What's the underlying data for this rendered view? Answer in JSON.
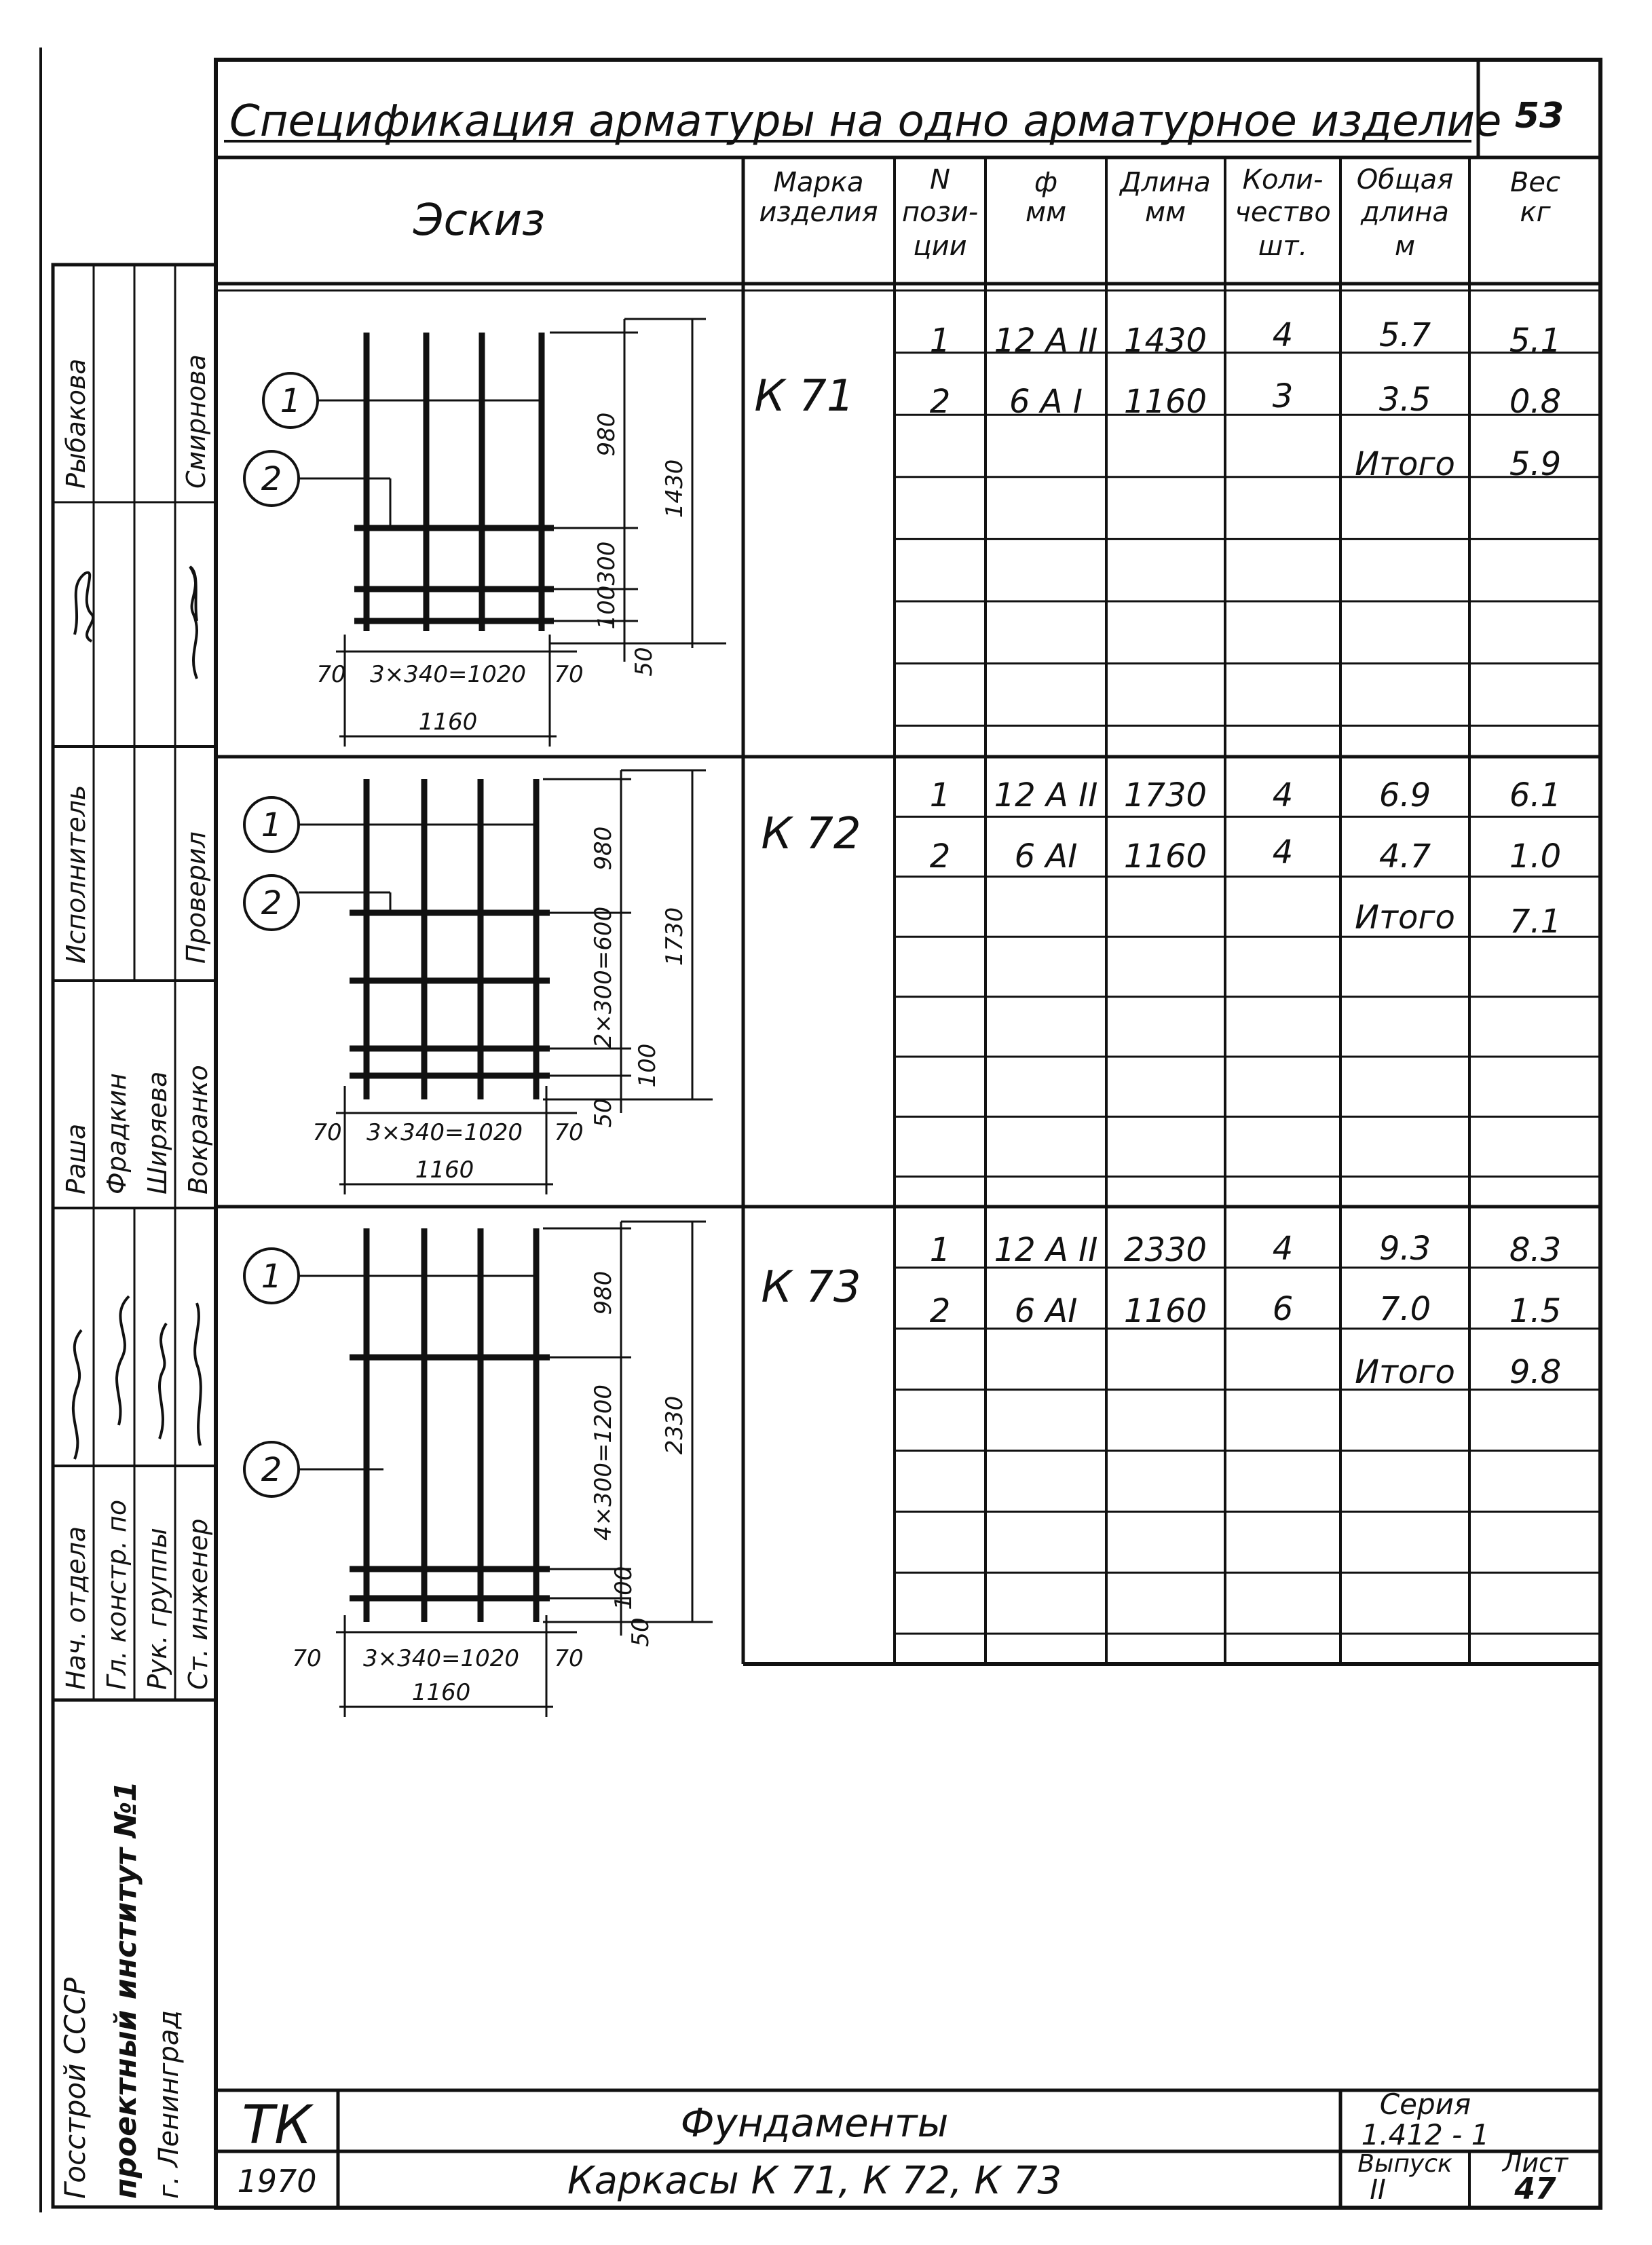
{
  "spec_title": "Спецификация арматуры на одно арматурное изделие",
  "sheet_corner_number": "53",
  "columns": {
    "sketch": "Эскиз",
    "mark": [
      "Марка",
      "изделия"
    ],
    "position": [
      "N",
      "пози-",
      "ции"
    ],
    "diameter": [
      "ф",
      "мм"
    ],
    "length": [
      "Длина",
      "мм"
    ],
    "quantity": [
      "Коли-",
      "чество",
      "шт."
    ],
    "total_length": [
      "Общая",
      "длина",
      "м"
    ],
    "weight": [
      "Вес",
      "кг"
    ]
  },
  "items": [
    {
      "mark": "К 71",
      "rows": [
        {
          "pos": "1",
          "dia": "12 А II",
          "len": "1430",
          "qty": "4",
          "total": "5.7",
          "weight": "5.1"
        },
        {
          "pos": "2",
          "dia": "6 А I",
          "len": "1160",
          "qty": "3",
          "total": "3.5",
          "weight": "0.8"
        }
      ],
      "total_label": "Итого",
      "total_weight": "5.9",
      "sketch": {
        "callout1": "1",
        "callout2": "2",
        "dim_top": "980",
        "dim_mid": "300",
        "dim_low": "100",
        "dim_bot": "50",
        "dim_height": "1430",
        "dim_left": "70",
        "dim_spacing": "3×340=1020",
        "dim_right": "70",
        "dim_width": "1160"
      }
    },
    {
      "mark": "К 72",
      "rows": [
        {
          "pos": "1",
          "dia": "12 А II",
          "len": "1730",
          "qty": "4",
          "total": "6.9",
          "weight": "6.1"
        },
        {
          "pos": "2",
          "dia": "6 АI",
          "len": "1160",
          "qty": "4",
          "total": "4.7",
          "weight": "1.0"
        }
      ],
      "total_label": "Итого",
      "total_weight": "7.1",
      "sketch": {
        "callout1": "1",
        "callout2": "2",
        "dim_top": "980",
        "dim_mid": "2×300=600",
        "dim_low": "100",
        "dim_bot": "50",
        "dim_height": "1730",
        "dim_left": "70",
        "dim_spacing": "3×340=1020",
        "dim_right": "70",
        "dim_width": "1160"
      }
    },
    {
      "mark": "К 73",
      "rows": [
        {
          "pos": "1",
          "dia": "12 А II",
          "len": "2330",
          "qty": "4",
          "total": "9.3",
          "weight": "8.3"
        },
        {
          "pos": "2",
          "dia": "6 АI",
          "len": "1160",
          "qty": "6",
          "total": "7.0",
          "weight": "1.5"
        }
      ],
      "total_label": "Итого",
      "total_weight": "9.8",
      "sketch": {
        "callout1": "1",
        "callout2": "2",
        "dim_top": "980",
        "dim_mid": "4×300=1200",
        "dim_low": "100",
        "dim_bot": "50",
        "dim_height": "2330",
        "dim_left": "70",
        "dim_spacing": "3×340=1020",
        "dim_right": "70",
        "dim_width": "1160"
      }
    }
  ],
  "side_stamp": {
    "org_line1": "Госстрой СССР",
    "org_line2": "проектный институт №1",
    "org_line3": "г. Ленинград",
    "roles": [
      "Нач. отдела",
      "Гл. констр. по",
      "Рук. группы",
      "Ст. инженер"
    ],
    "names": [
      "Раша",
      "Фрадкин",
      "Ширяева",
      "Вокранко"
    ],
    "executor_label": "Исполнитель",
    "checked_label": "Проверил",
    "executor_name": "Рыбакова",
    "checker_name": "Смирнова"
  },
  "title_block": {
    "tk": "ТК",
    "year": "1970",
    "title": "Фундаменты",
    "subtitle": "Каркасы  К 71, К 72, К 73",
    "series_label": "Серия",
    "series_value": "1.412 - 1",
    "issue_label": "Выпуск",
    "issue_value": "II",
    "sheet_label": "Лист",
    "sheet_value": "47"
  }
}
